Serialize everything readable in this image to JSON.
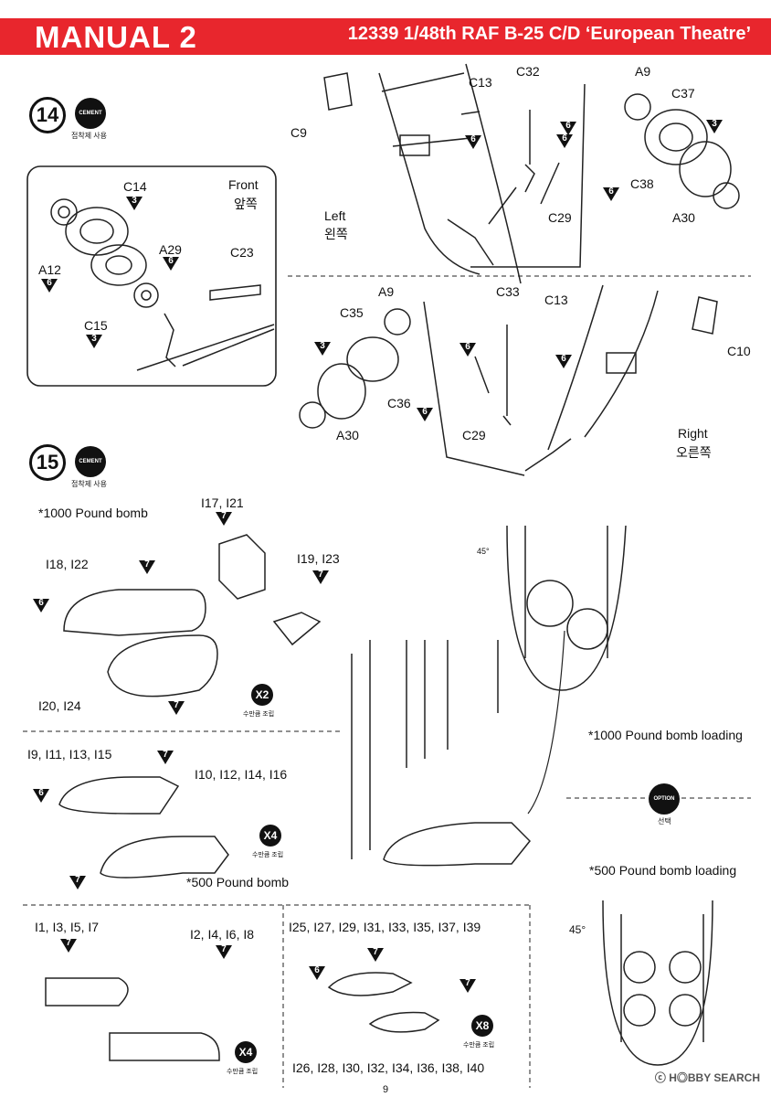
{
  "header": {
    "manual_label": "MANUAL 2",
    "product_title": "12339 1/48th RAF B-25 C/D ‘European Theatre’",
    "accent_color": "#e8262d"
  },
  "step14": {
    "number": "14",
    "cement_label": "CEMENT",
    "cement_sub": "접착제 사용",
    "inset": {
      "front_en": "Front",
      "front_kr": "앞쪽",
      "parts": {
        "c14": "C14",
        "a12": "A12",
        "a29": "A29",
        "c23": "C23",
        "c15": "C15"
      },
      "paints": {
        "c14": "3",
        "a12": "6",
        "a29": "6",
        "c15": "3"
      }
    },
    "left": {
      "label_en": "Left",
      "label_kr": "왼쪽",
      "parts": {
        "c9": "C9",
        "c13": "C13",
        "c32": "C32",
        "a9": "A9",
        "c37": "C37",
        "c38": "C38",
        "a30": "A30",
        "c29": "C29"
      },
      "paints": {
        "c13": "6",
        "c32": "6",
        "c37": "3",
        "c38": "6",
        "c29": "6"
      }
    },
    "right": {
      "label_en": "Right",
      "label_kr": "오른쪽",
      "parts": {
        "a9": "A9",
        "c33": "C33",
        "c13": "C13",
        "c35": "C35",
        "c10": "C10",
        "c36": "C36",
        "a30": "A30",
        "c29": "C29"
      },
      "paints": {
        "c35": "3",
        "c36": "6",
        "c29": "6",
        "c13": "6"
      }
    }
  },
  "step15": {
    "number": "15",
    "cement_label": "CEMENT",
    "cement_sub": "접착제 사용",
    "bomb1000": {
      "title": "*1000 Pound bomb",
      "parts": {
        "i17_i21": "I17, I21",
        "i18_i22": "I18, I22",
        "i19_i23": "I19, I23",
        "i20_i24": "I20, I24"
      },
      "paints": {
        "i17": "7",
        "i18": "7",
        "i18b": "6",
        "i19": "7",
        "i20": "7"
      },
      "multiplier": "X2",
      "multiplier_sub": "수만큼 조립"
    },
    "bomb500": {
      "title": "*500 Pound bomb",
      "parts": {
        "i9": "I9, I11, I13, I15",
        "i10": "I10, I12, I14, I16"
      },
      "paints": {
        "a": "7",
        "b": "6",
        "c": "7"
      },
      "multiplier": "X4",
      "multiplier_sub": "수만큼 조립"
    },
    "bomb_small": {
      "parts": {
        "i1": "I1, I3, I5, I7",
        "i2": "I2, I4, I6, I8"
      },
      "paints": {
        "a": "7",
        "b": "7"
      },
      "multiplier": "X4",
      "multiplier_sub": "수만큼 조립"
    },
    "bomb_mini": {
      "parts": {
        "top": "I25, I27, I29, I31, I33, I35, I37, I39",
        "bottom": "I26, I28, I30, I32, I34, I36, I38, I40"
      },
      "paints": {
        "a": "6",
        "b": "7",
        "c": "7"
      },
      "multiplier": "X8",
      "multiplier_sub": "수만큼 조립"
    },
    "loading1000": "*1000 Pound bomb loading",
    "loading500": "*500 Pound bomb loading",
    "angle": "45°",
    "option_label": "OPTION",
    "option_sub": "선택"
  },
  "footer": {
    "watermark": "ⓒ H◎BBY SEARCH",
    "page_number": "9"
  }
}
